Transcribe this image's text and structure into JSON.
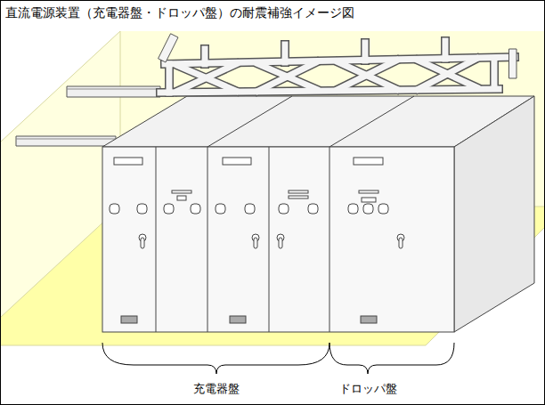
{
  "diagram": {
    "title": "直流電源装置（充電器盤・ドロッパ盤）の耐震補強イメージ図",
    "labels": [
      "充電器盤",
      "ドロッパ盤"
    ]
  }
}
